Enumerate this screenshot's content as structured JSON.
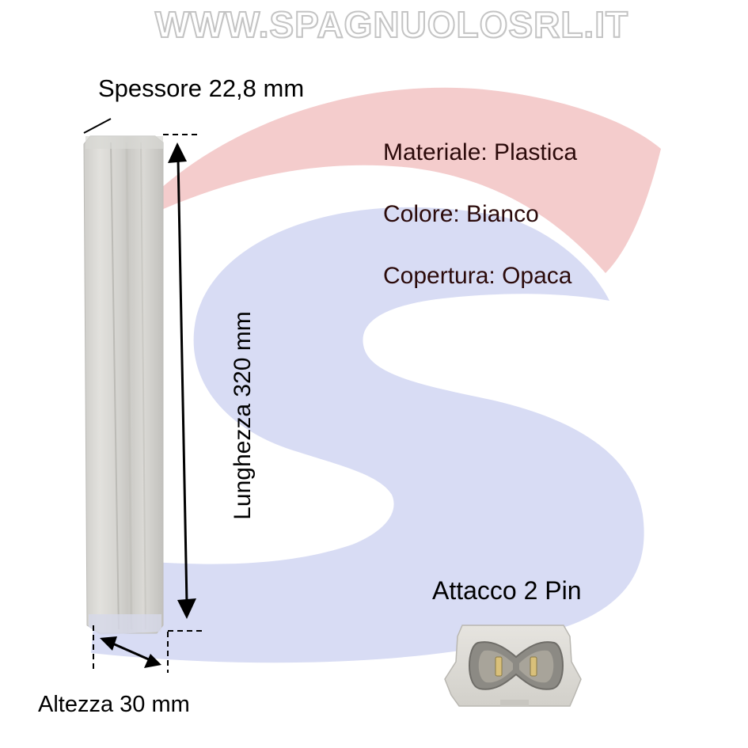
{
  "watermark": {
    "text": "WWW.SPAGNUOLOSRL.IT"
  },
  "dimensions": {
    "thickness_label": "Spessore 22,8 mm",
    "length_label": "Lunghezza 320 mm",
    "height_label": "Altezza 30 mm"
  },
  "specs": [
    {
      "text": "Materiale: Plastica"
    },
    {
      "text": "Colore: Bianco"
    },
    {
      "text": "Copertura: Opaca"
    }
  ],
  "connector": {
    "label": "Attacco 2 Pin"
  },
  "colors": {
    "logo_red": "#f2c4c4",
    "logo_blue": "#d4d8f2",
    "tube_grey": "#d6d5d1",
    "spec_text": "#2b0a0a"
  },
  "icons": {
    "logo": "brand-s-logo",
    "product": "led-tube-profile",
    "connector": "two-pin-connector"
  }
}
